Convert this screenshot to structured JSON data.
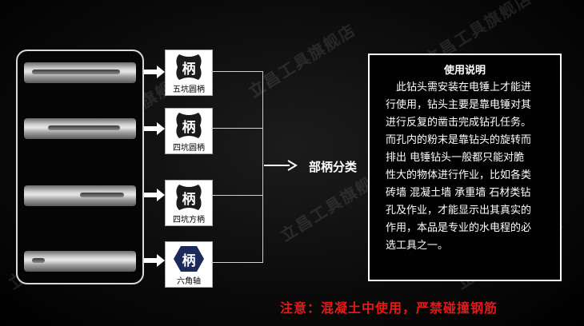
{
  "watermark": "立昌工具旗舰店",
  "badges": [
    {
      "char": "柄",
      "caption": "五坑圆柄",
      "shape": "cloud"
    },
    {
      "char": "柄",
      "caption": "四坑圆柄",
      "shape": "cloud"
    },
    {
      "char": "柄",
      "caption": "四坑方柄",
      "shape": "cloud"
    },
    {
      "char": "柄",
      "caption": "六角轴",
      "shape": "hexagon"
    }
  ],
  "category_label": "部柄分类",
  "usage": {
    "title": "使用说明",
    "lines": [
      "　此钻头需安装在电锤上才能进",
      "行使用，钻头主要是靠电锤对其",
      "进行反复的凿击完成钻孔任务。",
      "而孔内的粉末是靠钻头的旋转而",
      "排出 电锤钻头一般都只能对脆",
      "性大的物体进行作业，比如各类",
      "砖墙 混凝土墙 承重墙 石材类钻",
      "孔及作业，才能显示出其真实的",
      "作用，本品是专业的水电程的必",
      "选工具之一。"
    ]
  },
  "warning": "注意：混凝土中使用，严禁碰撞钢筋",
  "colors": {
    "warning": "#e81818",
    "badge_dark": "#1a1a1a",
    "hex_badge": "#1b2a5a"
  }
}
